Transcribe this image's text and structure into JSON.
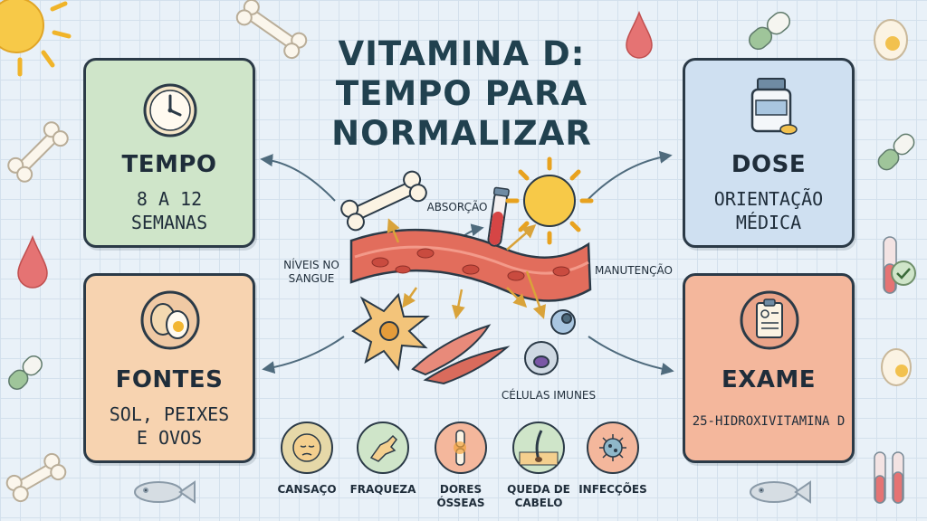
{
  "title": [
    "VITAMINA D:",
    "TEMPO PARA",
    "NORMALIZAR"
  ],
  "cards": {
    "tempo": {
      "title": "TEMPO",
      "lines": [
        "8 A 12",
        "SEMANAS"
      ],
      "icon": "clock-icon",
      "color": "#cfe5c9"
    },
    "dose": {
      "title": "DOSE",
      "lines": [
        "ORIENTAÇÃO",
        "MÉDICA"
      ],
      "icon": "supplement-bottle-icon",
      "color": "#cfe0f1"
    },
    "fontes": {
      "title": "FONTES",
      "lines": [
        "SOL, PEIXES",
        "E OVOS"
      ],
      "icon": "egg-icon",
      "color": "#f7d3b0"
    },
    "exame": {
      "title": "EXAME",
      "lines": [
        "25-HIDROXIVITAMINA D"
      ],
      "icon": "clipboard-icon",
      "color": "#f4b79c"
    }
  },
  "center_labels": {
    "absorcao": "ABSORÇÃO",
    "niveis": [
      "NÍVEIS NO",
      "SANGUE"
    ],
    "manutencao": "MANUTENÇÃO",
    "celulas": "CÉLULAS IMUNES"
  },
  "symptoms": [
    {
      "label": [
        "CANSAÇO"
      ],
      "icon": "tired-face-icon"
    },
    {
      "label": [
        "FRAQUEZA"
      ],
      "icon": "weak-arm-icon"
    },
    {
      "label": [
        "DORES",
        "ÓSSEAS"
      ],
      "icon": "bone-joint-icon"
    },
    {
      "label": [
        "QUEDA DE",
        "CABELO"
      ],
      "icon": "hair-follicle-icon"
    },
    {
      "label": [
        "INFECÇÕES"
      ],
      "icon": "virus-icon"
    }
  ]
}
